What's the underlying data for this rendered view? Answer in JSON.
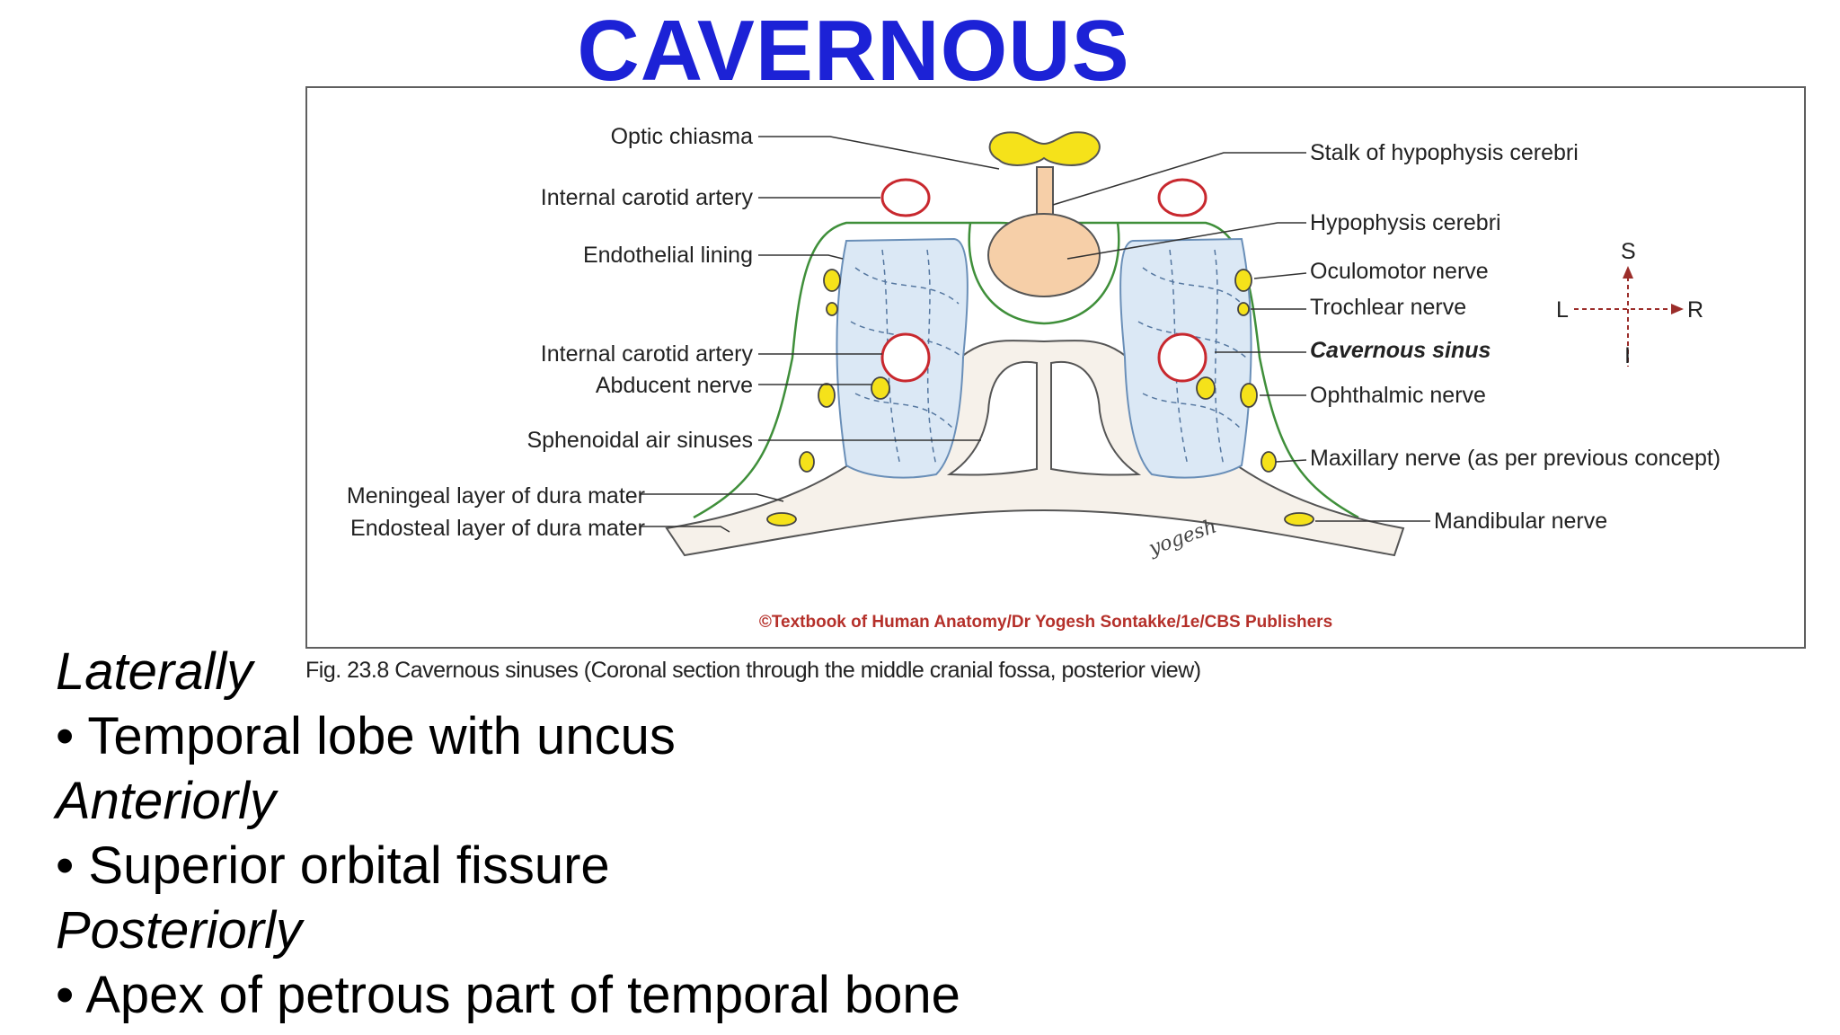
{
  "slide": {
    "title": "CAVERNOUS",
    "caption": "Fig. 23.8 Cavernous sinuses (Coronal section through the middle cranial fossa, posterior view)"
  },
  "diagram": {
    "labels_left": {
      "optic_chiasma": "Optic chiasma",
      "internal_carotid_top": "Internal carotid artery",
      "endothelial_lining": "Endothelial lining",
      "internal_carotid_mid": "Internal carotid artery",
      "abducent_nerve": "Abducent nerve",
      "sphenoidal_air_sinuses": "Sphenoidal air sinuses",
      "meningeal_layer": "Meningeal layer of dura mater",
      "endosteal_layer": "Endosteal layer of dura mater"
    },
    "labels_right": {
      "stalk": "Stalk of hypophysis cerebri",
      "hypophysis": "Hypophysis cerebri",
      "oculomotor": "Oculomotor nerve",
      "trochlear": "Trochlear nerve",
      "cavernous_sinus": "Cavernous sinus",
      "ophthalmic": "Ophthalmic nerve",
      "maxillary": "Maxillary nerve (as per previous concept)",
      "mandibular": "Mandibular nerve"
    },
    "orientation": {
      "s": "S",
      "l": "L",
      "r": "R",
      "i": "I"
    },
    "signature": "yogesh",
    "copyright": "©Textbook of Human Anatomy/Dr Yogesh Sontakke/1e/CBS Publishers",
    "colors": {
      "nerve": "#f5e21a",
      "artery": "#c8282e",
      "sinus": "#dbe8f5",
      "gland": "#f6cfa8",
      "dura": "#3f8f3a",
      "copyright": "#b5302a"
    }
  },
  "notes": [
    {
      "heading": "Laterally",
      "item": "• Temporal lobe with uncus"
    },
    {
      "heading": "Anteriorly",
      "item": "• Superior orbital fissure"
    },
    {
      "heading": "Posteriorly",
      "item": "• Apex of petrous part of temporal bone"
    }
  ]
}
